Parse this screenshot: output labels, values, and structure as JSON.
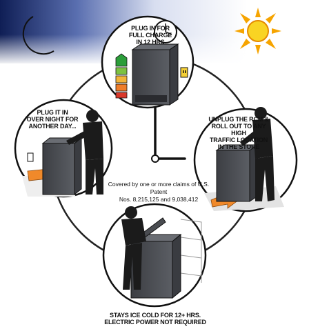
{
  "steps": {
    "top": {
      "lines": [
        "PLUG IN FOR",
        "FULL CHARGE",
        "IN 12 HRS"
      ]
    },
    "left": {
      "lines": [
        "PLUG IT IN",
        "OVER NIGHT FOR",
        "ANOTHER DAY..."
      ]
    },
    "right": {
      "lines": [
        "UNPLUG THE RCM &",
        "ROLL OUT TO ANY HIGH",
        "TRAFFIC LOCATION",
        "IN THE STORE"
      ]
    },
    "bottom": {
      "lines": [
        "STAYS ICE COLD FOR 12+ HRS.",
        "ELECTRIC POWER NOT REQUIRED"
      ]
    }
  },
  "patent": {
    "lines": [
      "Covered by one or more claims of U.S. Patent",
      "Nos. 8,215,125 and 9,038,412"
    ]
  },
  "colors": {
    "sky_night": "#1a2a6c",
    "sky_day": "#ffffff",
    "sun": "#f7c21b",
    "moon": "#2b3f9e",
    "cooler": "#4a4c51",
    "arrow": "#f0892a",
    "ring": "#222222"
  },
  "icons": [
    "moon-icon",
    "sun-icon",
    "clock-icon",
    "energy-level-icon",
    "plug-icon",
    "outlet-icon"
  ]
}
